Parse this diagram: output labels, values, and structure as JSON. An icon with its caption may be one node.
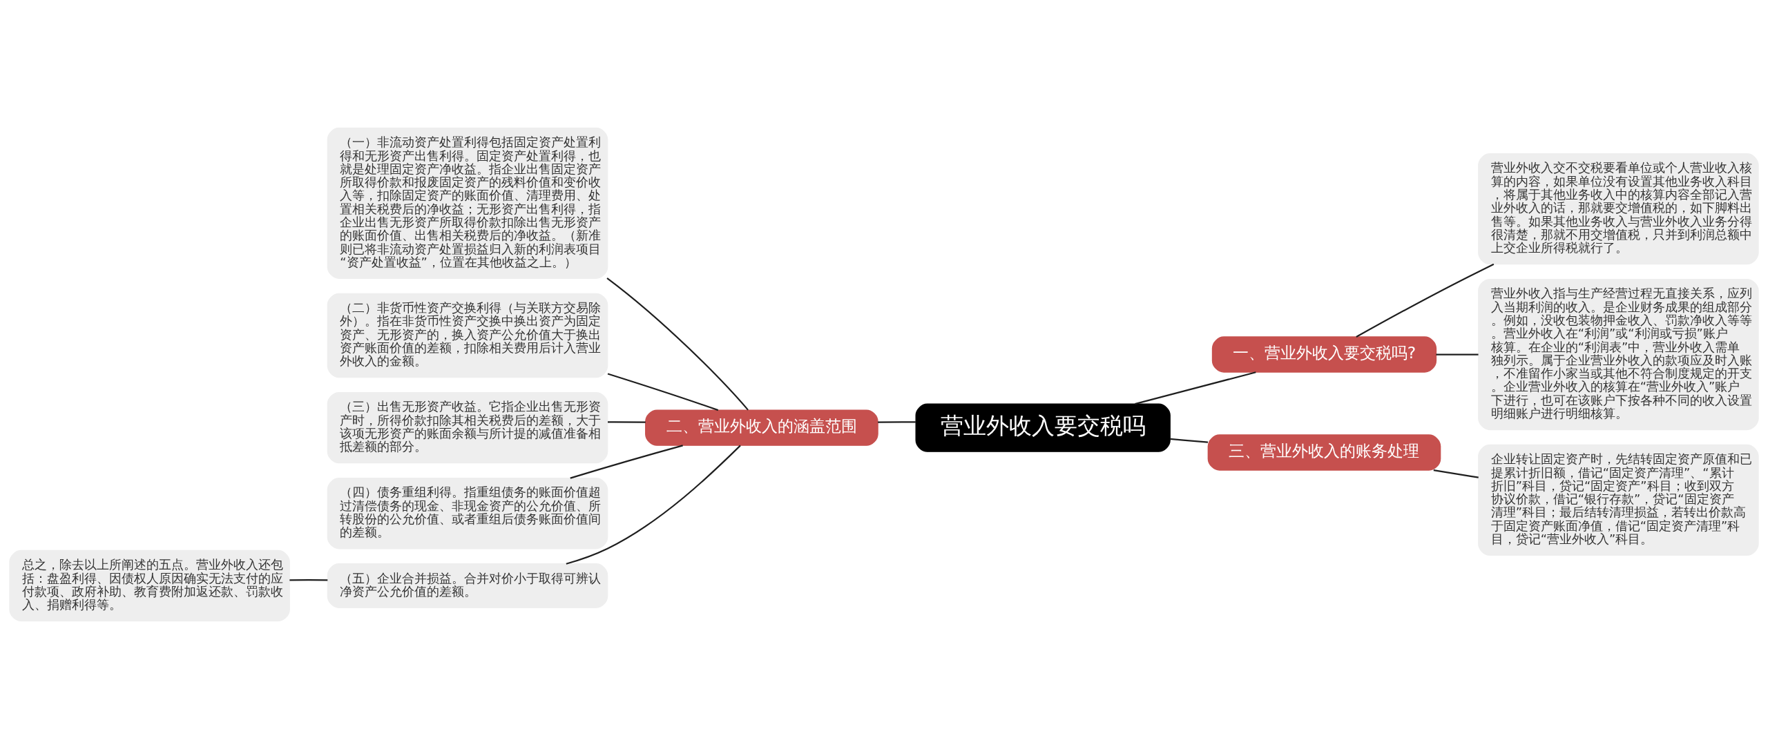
{
  "diagram": {
    "nodes": [
      {
        "text": [
          "营业外收入要交税吗"
        ]
      },
      {
        "text": [
          "一、营业外收入要交税吗?"
        ]
      },
      {
        "text": [
          "营业外收入交不交税要看单位或个人营业收入核算的内容，如果单位没有设置其他业务收入科目，将属于其他业务收入中的核算内容全部记入营业外收入的话，那就要交增值税的，如下脚料出售等。如果其他业务收入与营业外收入业务分得很清楚，那就不用交增值税，只并到利润总额中上交企业所得税就行了。"
        ]
      },
      {
        "text": [
          "营业外收入指与生产经营过程无直接关系，应列入当期利润的收入。是企业财务成果的组成部分。例如，没收包装物押金收入、罚款净收入等等。营业外收入在“利润”或“利润或亏损”账户核算。在企业的“利润表”中，营业外收入需单独列示。属于企业营业外收入的款项应及时入账，不准留作小家当或其他不符合制度规定的开支。企业营业外收入的核算在“营业外收入”账户下进行，也可在该账户下按各种不同的收入设置明细账户进行明细核算。"
        ]
      },
      {
        "text": [
          "二、营业外收入的涵盖范围"
        ]
      },
      {
        "text": [
          "（一）非流动资产处置利得包括固定资产处置利得和无形资产出售利得。固定资产处置利得，也就是处理固定资产净收益。指企业出售固定资产所取得价款和报废固定资产的残料价值和变价收入等，扣除固定资产的账面价值、清理费用、处置相关税费后的净收益；无形资产出售利得，指企业出售无形资产所取得价款扣除出售无形资产的账面价值、出售相关税费后的净收益。（新准则已将非流动资产处置损益归入新的利润表项目“资产处置收益”，位置在其他收益之上。）"
        ]
      },
      {
        "text": [
          "（二）非货币性资产交换利得（与关联方交易除外）。指在非货币性资产交换中换出资产为固定资产、无形资产的，换入资产公允价值大于换出资产账面价值的差额，扣除相关费用后计入营业外收入的金额。"
        ]
      },
      {
        "text": [
          "（三）出售无形资产收益。它指企业出售无形资产时，所得价款扣除其相关税费后的差额，大于该项无形资产的账面余额与所计提的减值准备相抵差额的部分。"
        ]
      },
      {
        "text": [
          "（四）债务重组利得。指重组债务的账面价值超过清偿债务的现金、非现金资产的公允价值、所转股份的公允价值、或者重组后债务账面价值间的差额。"
        ]
      },
      {
        "text": [
          "（五）企业合并损益。合并对价小于取得可辨认净资产公允价值的差额。"
        ]
      },
      {
        "text": [
          "总之，除去以上所阐述的五点。营业外收入还包括：盘盈利得、因债权人原因确实无法支付的应付款项、政府补助、教育费附加返还款、罚款收入、捐赠利得等。"
        ]
      },
      {
        "text": [
          "三、营业外收入的账务处理"
        ]
      },
      {
        "text": [
          "企业转让固定资产时，先结转固定资产原值和已提累计折旧额，借记“固定资产清理”、“累计折旧”科目，贷记“固定资产”科目；收到双方协议价款，借记“银行存款”，贷记“固定资产清理”科目；最后结转清理损益，若转出价款高于固定资产账面净值，借记“固定资产清理”科目，贷记“营业外收入”科目。"
        ]
      }
    ],
    "edges": [
      {
        "from": 0,
        "to": 1,
        "arrow": "none"
      },
      {
        "from": 1,
        "to": 2,
        "arrow": "none"
      },
      {
        "from": 1,
        "to": 3,
        "arrow": "none"
      },
      {
        "from": 0,
        "to": 4,
        "arrow": "none"
      },
      {
        "from": 4,
        "to": 5,
        "arrow": "none"
      },
      {
        "from": 4,
        "to": 6,
        "arrow": "none"
      },
      {
        "from": 4,
        "to": 7,
        "arrow": "none"
      },
      {
        "from": 4,
        "to": 8,
        "arrow": "none"
      },
      {
        "from": 4,
        "to": 9,
        "arrow": "none"
      },
      {
        "from": 9,
        "to": 10,
        "arrow": "none"
      },
      {
        "from": 0,
        "to": 11,
        "arrow": "none"
      },
      {
        "from": 11,
        "to": 12,
        "arrow": "none"
      }
    ]
  }
}
